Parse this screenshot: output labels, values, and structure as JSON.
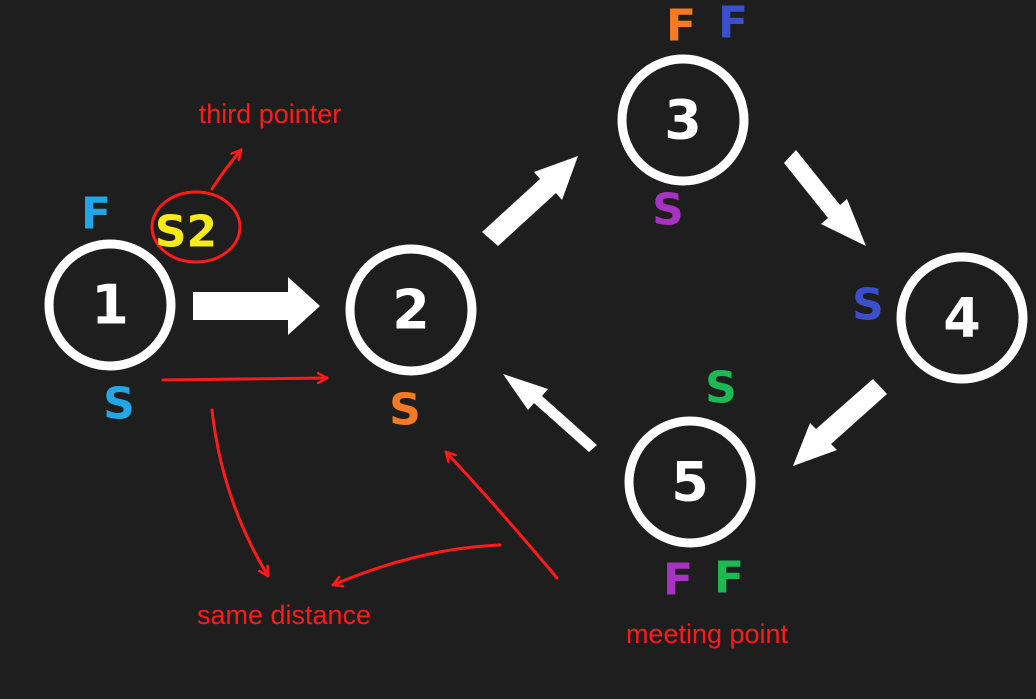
{
  "colors": {
    "background": "#1e1e1e",
    "node": "#ffffff",
    "annotation": "#ff1a1a",
    "cyan": "#23a6e6",
    "orange": "#f57a25",
    "blue": "#3a4fc9",
    "purple": "#a733c2",
    "green": "#1db954",
    "yellow": "#f5ea1c"
  },
  "nodes": [
    {
      "id": "1",
      "label": "1"
    },
    {
      "id": "2",
      "label": "2"
    },
    {
      "id": "3",
      "label": "3"
    },
    {
      "id": "4",
      "label": "4"
    },
    {
      "id": "5",
      "label": "5"
    }
  ],
  "edges": [
    {
      "from": "1",
      "to": "2"
    },
    {
      "from": "2",
      "to": "3"
    },
    {
      "from": "3",
      "to": "4"
    },
    {
      "from": "4",
      "to": "5"
    },
    {
      "from": "5",
      "to": "2"
    }
  ],
  "pointers": {
    "n1_fast": "F",
    "n1_slow2": "S2",
    "n1_slow": "S",
    "n2_slow": "S",
    "n3_fast_a": "F",
    "n3_fast_b": "F",
    "n3_slow": "S",
    "n4_slow": "S",
    "n5_slow": "S",
    "n5_fast_a": "F",
    "n5_fast_b": "F"
  },
  "annotations": {
    "third_pointer": "third pointer",
    "same_distance": "same distance",
    "meeting_point": "meeting point"
  }
}
